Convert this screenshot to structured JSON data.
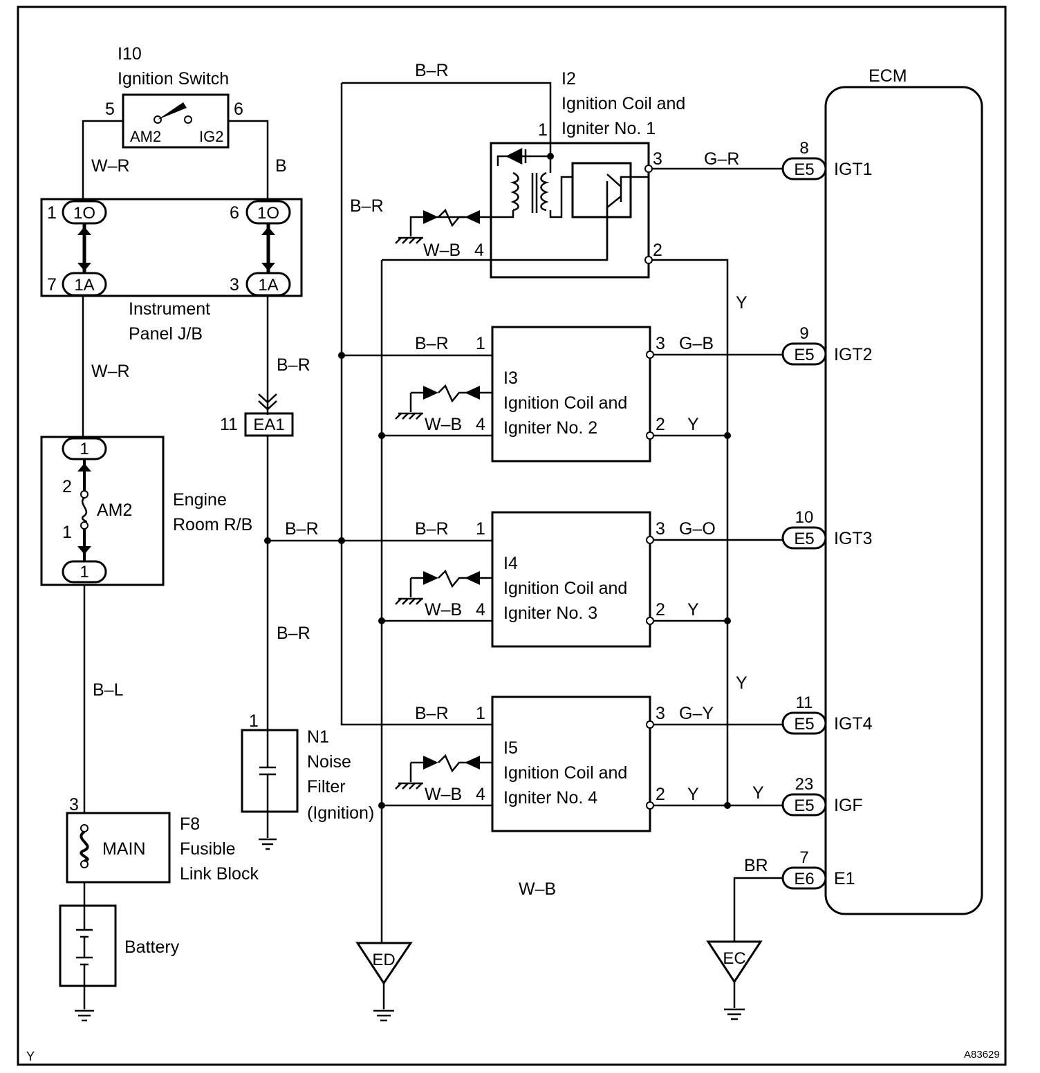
{
  "frame": {
    "corner_left": "Y",
    "corner_right": "A83629"
  },
  "ignition_switch": {
    "id": "I10",
    "name": "Ignition Switch",
    "pin_left": "5",
    "pin_right": "6",
    "label_left": "AM2",
    "label_right": "IG2"
  },
  "instrument_panel_jb": {
    "name_line1": "Instrument",
    "name_line2": "Panel J/B",
    "pin_tl": "1",
    "pin_tr": "6",
    "pin_bl": "7",
    "pin_br": "3",
    "conn_top": "1O",
    "conn_bottom": "1A"
  },
  "engine_room_rb": {
    "name_line1": "Engine",
    "name_line2": "Room R/B",
    "fuse": "AM2",
    "pin_top": "1",
    "pin_bottom": "1",
    "fuse_pin_top": "2",
    "fuse_pin_bottom": "1"
  },
  "fusible_link": {
    "id": "F8",
    "name_line1": "Fusible",
    "name_line2": "Link Block",
    "fuse": "MAIN",
    "pin": "3"
  },
  "battery": {
    "name": "Battery"
  },
  "connector_ea1": {
    "id": "EA1",
    "pin": "11"
  },
  "noise_filter": {
    "id": "N1",
    "line1": "Noise",
    "line2": "Filter",
    "line3": "(Ignition)",
    "pin": "1"
  },
  "wires": {
    "w_r_top": "W–R",
    "b_top": "B",
    "w_r_mid": "W–R",
    "b_r_mid": "B–R",
    "b_l": "B–L",
    "b_r_bus": "B–R",
    "b_r_lower": "B–R",
    "b_r_top": "B–R",
    "b_r_left": "B–R",
    "y_right1": "Y",
    "y_right2": "Y",
    "w_b_bottom": "W–B",
    "br_e1": "BR",
    "y_igf": "Y"
  },
  "coils": [
    {
      "id": "I2",
      "line1": "Ignition Coil and",
      "line2": "Igniter No. 1",
      "pin1": "1",
      "pin2": "2",
      "pin3": "3",
      "pin4": "4",
      "wire3": "G–R",
      "ground": "W–B",
      "wire1": "",
      "wire2": ""
    },
    {
      "id": "I3",
      "line1": "Ignition Coil and",
      "line2": "Igniter No. 2",
      "pin1": "1",
      "pin2": "2",
      "pin3": "3",
      "pin4": "4",
      "wire3": "G–B",
      "ground": "W–B",
      "wire1": "B–R",
      "wire2": "Y"
    },
    {
      "id": "I4",
      "line1": "Ignition Coil and",
      "line2": "Igniter No. 3",
      "pin1": "1",
      "pin2": "2",
      "pin3": "3",
      "pin4": "4",
      "wire3": "G–O",
      "ground": "W–B",
      "wire1": "B–R",
      "wire2": "Y"
    },
    {
      "id": "I5",
      "line1": "Ignition Coil and",
      "line2": "Igniter No. 4",
      "pin1": "1",
      "pin2": "2",
      "pin3": "3",
      "pin4": "4",
      "wire3": "G–Y",
      "ground": "W–B",
      "wire1": "B–R",
      "wire2": "Y"
    }
  ],
  "ecm": {
    "name": "ECM",
    "terminals": [
      {
        "pin": "8",
        "conn": "E5",
        "label": "IGT1"
      },
      {
        "pin": "9",
        "conn": "E5",
        "label": "IGT2"
      },
      {
        "pin": "10",
        "conn": "E5",
        "label": "IGT3"
      },
      {
        "pin": "11",
        "conn": "E5",
        "label": "IGT4"
      },
      {
        "pin": "23",
        "conn": "E5",
        "label": "IGF"
      },
      {
        "pin": "7",
        "conn": "E6",
        "label": "E1"
      }
    ]
  },
  "grounds": {
    "ed": "ED",
    "ec": "EC"
  }
}
